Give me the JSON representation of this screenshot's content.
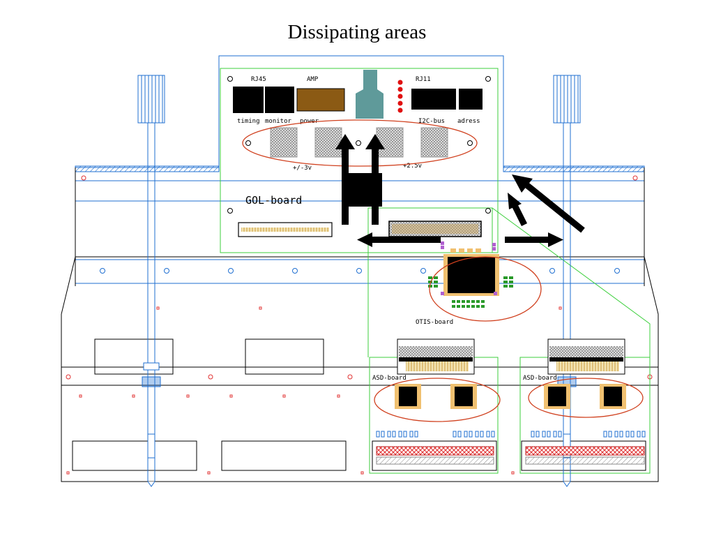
{
  "title": "Dissipating areas",
  "labels": {
    "rj45": "RJ45",
    "amp": "AMP",
    "rj11": "RJ11",
    "timing": "timing",
    "monitor": "monitor",
    "power": "power",
    "i2c_bus": "I2C-bus",
    "adress": "adress",
    "pm3v": "+/-3v",
    "p25v": "+2.5v",
    "gol_board": "GOL-board",
    "otis_board": "OTIS-board",
    "asd_board_1": "ASD-board",
    "asd_board_2": "ASD-board"
  },
  "colors": {
    "outline": "#000000",
    "mechanics": "#1f6fd1",
    "boards": "#3ccf3c",
    "dissipating_area": "#d0401e",
    "arrow": "#000000",
    "power_connector": "#8b5a14",
    "cooling_block": "#5f9a9a",
    "led": "#e01010",
    "chip_pad": "#f0c070"
  }
}
